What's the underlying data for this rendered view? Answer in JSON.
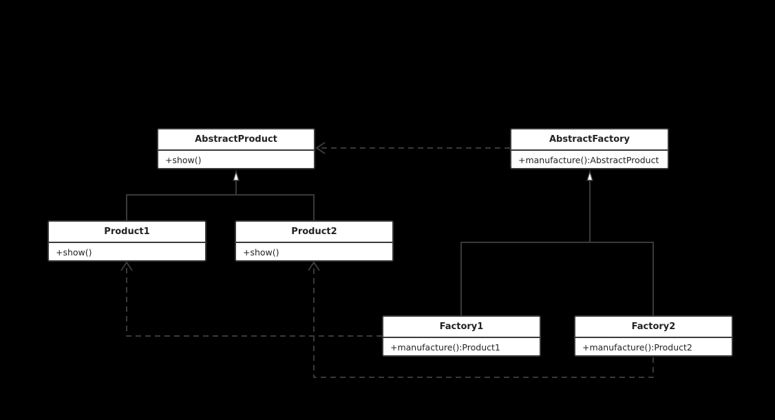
{
  "diagram": {
    "classes": {
      "abstract_product": {
        "name": "AbstractProduct",
        "operation": "+show()"
      },
      "abstract_factory": {
        "name": "AbstractFactory",
        "operation": "+manufacture():AbstractProduct"
      },
      "product1": {
        "name": "Product1",
        "operation": "+show()"
      },
      "product2": {
        "name": "Product2",
        "operation": "+show()"
      },
      "factory1": {
        "name": "Factory1",
        "operation": "+manufacture():Product1"
      },
      "factory2": {
        "name": "Factory2",
        "operation": "+manufacture():Product2"
      }
    },
    "relations": [
      {
        "type": "generalization",
        "from": "product1",
        "to": "abstract_product"
      },
      {
        "type": "generalization",
        "from": "product2",
        "to": "abstract_product"
      },
      {
        "type": "generalization",
        "from": "factory1",
        "to": "abstract_factory"
      },
      {
        "type": "generalization",
        "from": "factory2",
        "to": "abstract_factory"
      },
      {
        "type": "dependency",
        "from": "abstract_factory",
        "to": "abstract_product"
      },
      {
        "type": "dependency",
        "from": "factory1",
        "to": "product1"
      },
      {
        "type": "dependency",
        "from": "factory2",
        "to": "product2"
      }
    ]
  },
  "colors": {
    "background": "#000000",
    "box_fill": "#ffffff",
    "box_border": "#3a3a3a",
    "line": "#3a3a3a",
    "text": "#222222"
  }
}
